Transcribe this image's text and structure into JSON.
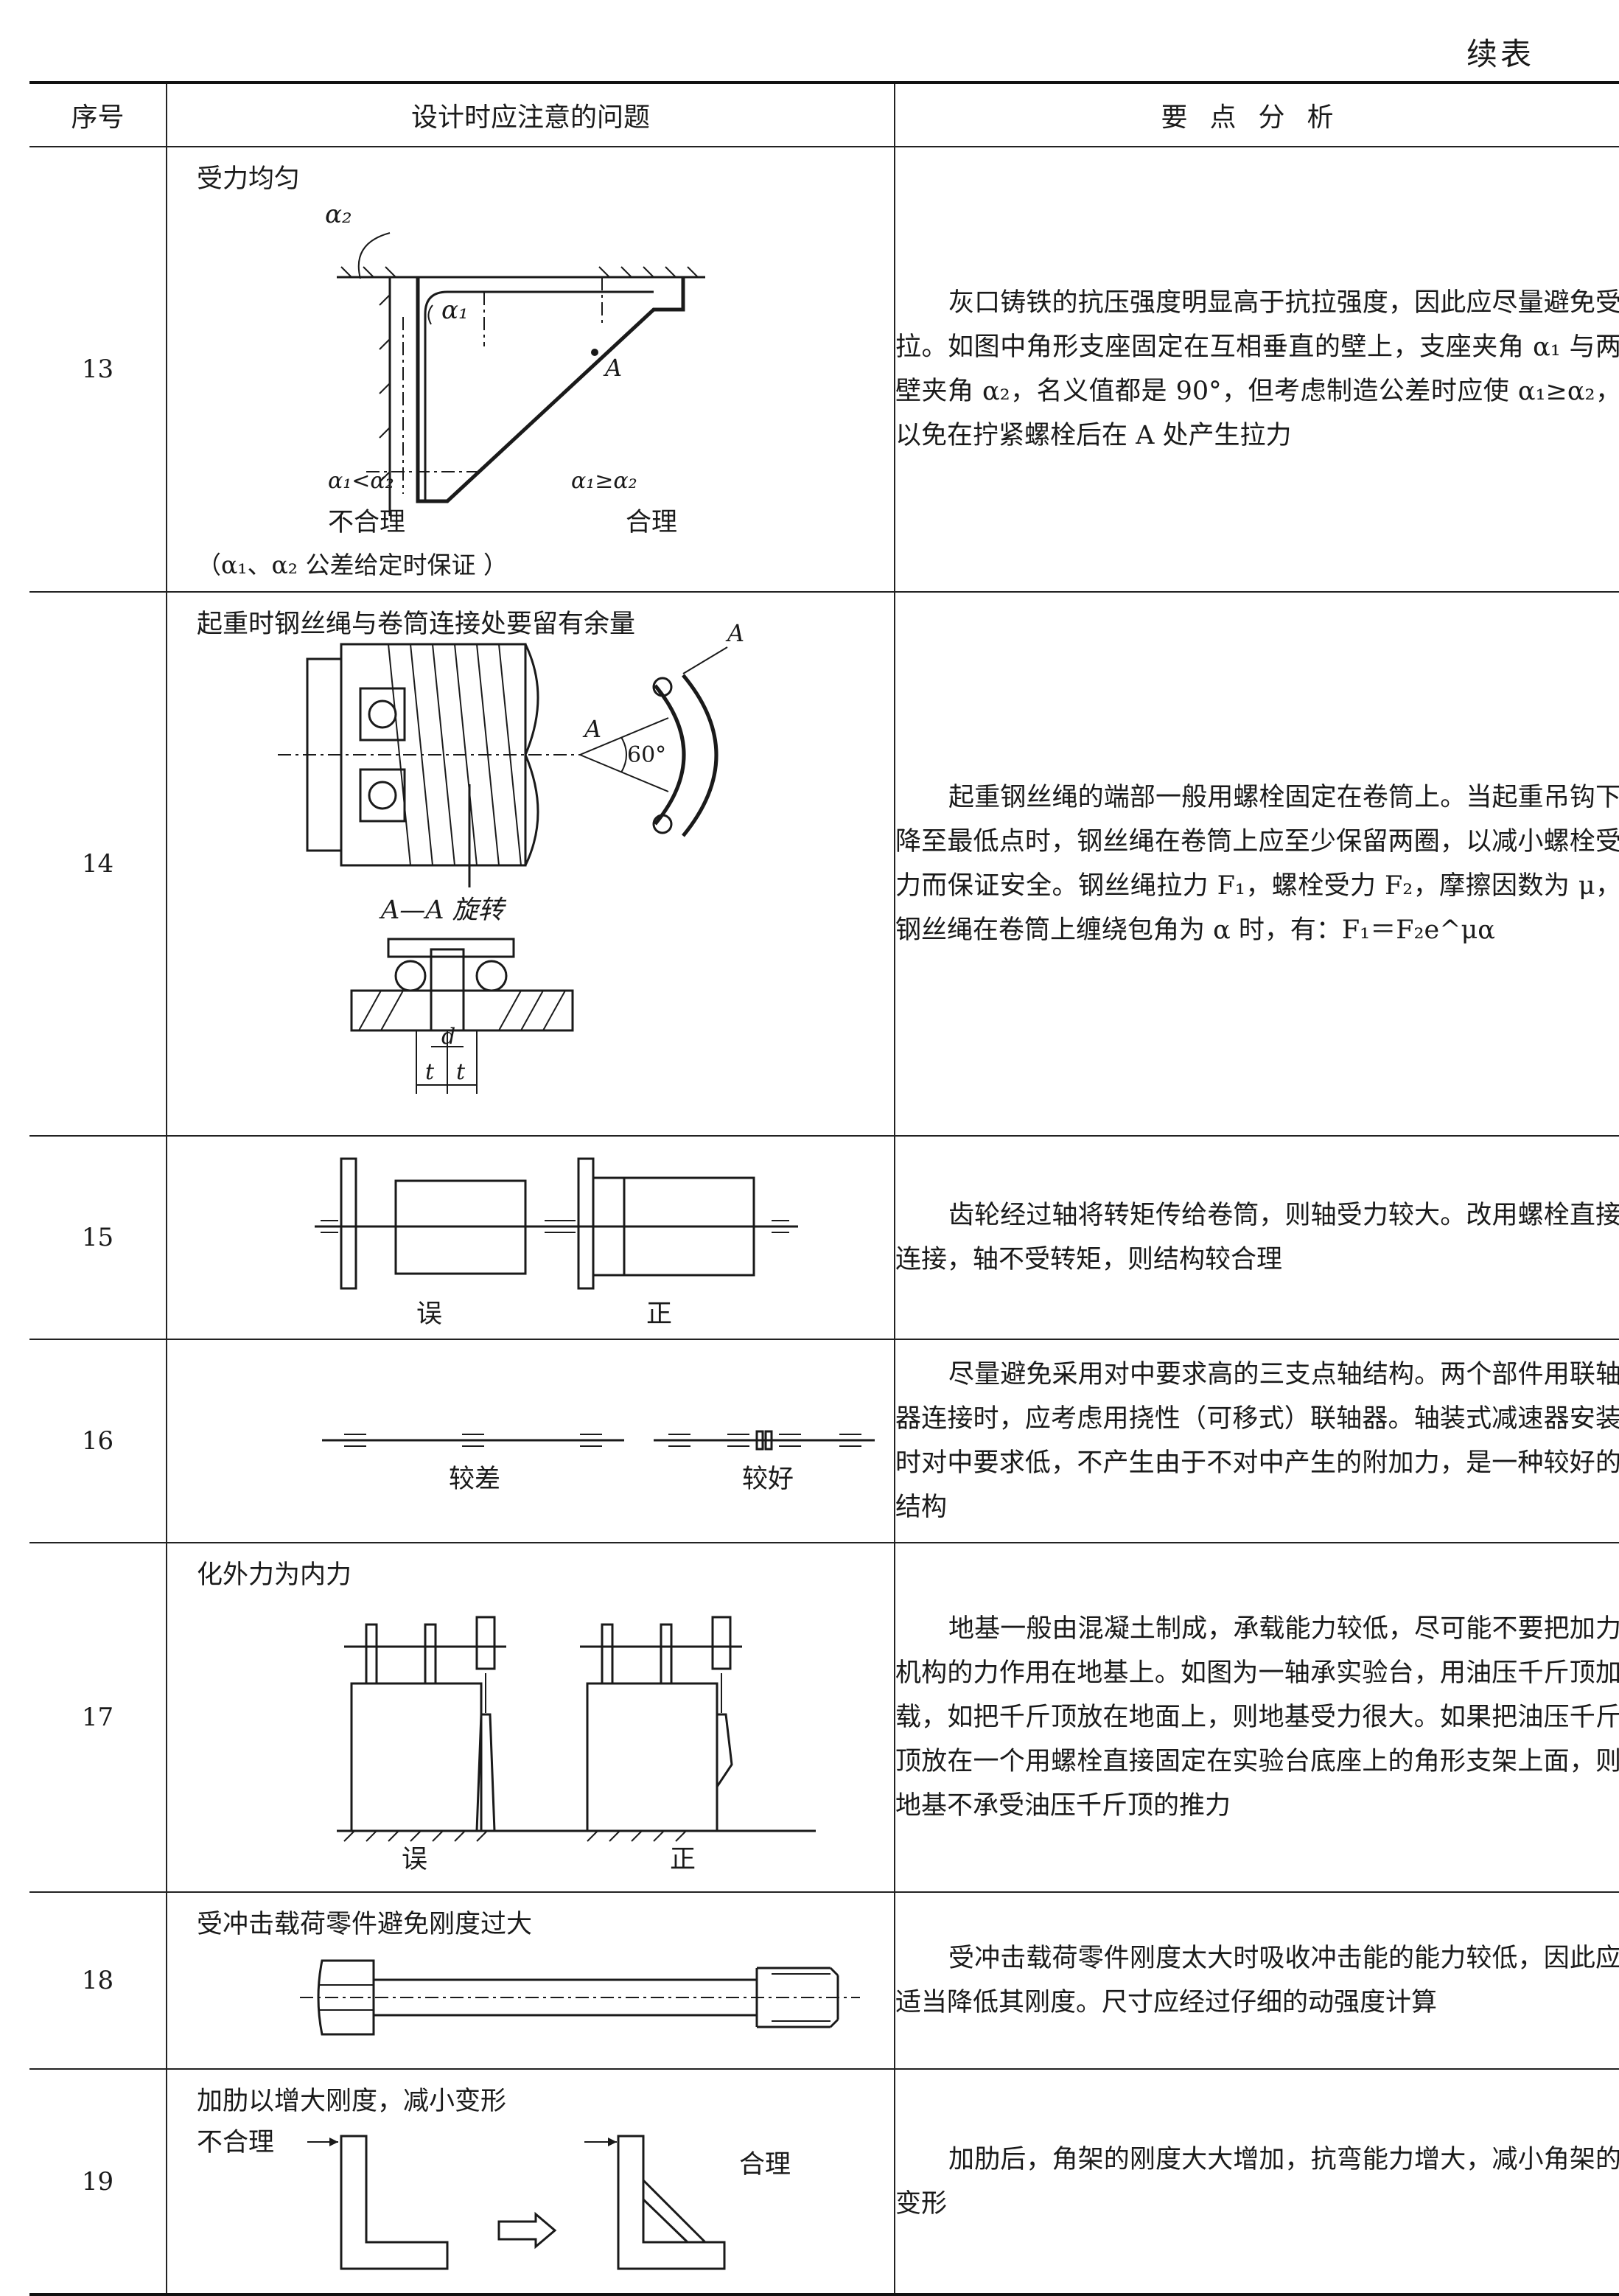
{
  "page": {
    "continued_label": "续表"
  },
  "headers": {
    "seq": "序号",
    "issue": "设计时应注意的问题",
    "analysis": "要点分析"
  },
  "rows": [
    {
      "num": "13",
      "title": "受力均匀",
      "labels": {
        "alpha2": "α₂",
        "alpha1": "α₁",
        "point": "A",
        "cond_bad": "α₁<α₂",
        "cond_good": "α₁≥α₂",
        "bad": "不合理",
        "good": "合理",
        "note": "（α₁、α₂ 公差给定时保证 ）"
      },
      "analysis": "灰口铸铁的抗压强度明显高于抗拉强度，因此应尽量避免受拉。如图中角形支座固定在互相垂直的壁上，支座夹角 α₁ 与两壁夹角 α₂，名义值都是 90°，但考虑制造公差时应使 α₁≥α₂，以免在拧紧螺栓后在 A 处产生拉力"
    },
    {
      "num": "14",
      "title": "起重时钢丝绳与卷筒连接处要留有余量",
      "labels": {
        "a_top": "A",
        "a_left": "A",
        "angle": "60°",
        "section": "A—A 旋转",
        "d": "d",
        "t1": "t",
        "t2": "t"
      },
      "analysis": "起重钢丝绳的端部一般用螺栓固定在卷筒上。当起重吊钩下降至最低点时，钢丝绳在卷筒上应至少保留两圈，以减小螺栓受力而保证安全。钢丝绳拉力 F₁，螺栓受力 F₂，摩擦因数为 μ，钢丝绳在卷筒上缠绕包角为 α 时，有：F₁＝F₂e^μα"
    },
    {
      "num": "15",
      "labels": {
        "wrong": "误",
        "right": "正"
      },
      "analysis": "齿轮经过轴将转矩传给卷筒，则轴受力较大。改用螺栓直接连接，轴不受转矩，则结构较合理"
    },
    {
      "num": "16",
      "labels": {
        "worse": "较差",
        "better": "较好"
      },
      "analysis": "尽量避免采用对中要求高的三支点轴结构。两个部件用联轴器连接时，应考虑用挠性（可移式）联轴器。轴装式减速器安装时对中要求低，不产生由于不对中产生的附加力，是一种较好的结构"
    },
    {
      "num": "17",
      "title": "化外力为内力",
      "labels": {
        "wrong": "误",
        "right": "正"
      },
      "analysis": "地基一般由混凝土制成，承载能力较低，尽可能不要把加力机构的力作用在地基上。如图为一轴承实验台，用油压千斤顶加载，如把千斤顶放在地面上，则地基受力很大。如果把油压千斤顶放在一个用螺栓直接固定在实验台底座上的角形支架上面，则地基不承受油压千斤顶的推力"
    },
    {
      "num": "18",
      "title": "受冲击载荷零件避免刚度过大",
      "analysis": "受冲击载荷零件刚度太大时吸收冲击能的能力较低，因此应适当降低其刚度。尺寸应经过仔细的动强度计算"
    },
    {
      "num": "19",
      "title": "加肋以增大刚度，减小变形",
      "labels": {
        "bad": "不合理",
        "good": "合理"
      },
      "analysis": "加肋后，角架的刚度大大增加，抗弯能力增大，减小角架的变形"
    }
  ]
}
